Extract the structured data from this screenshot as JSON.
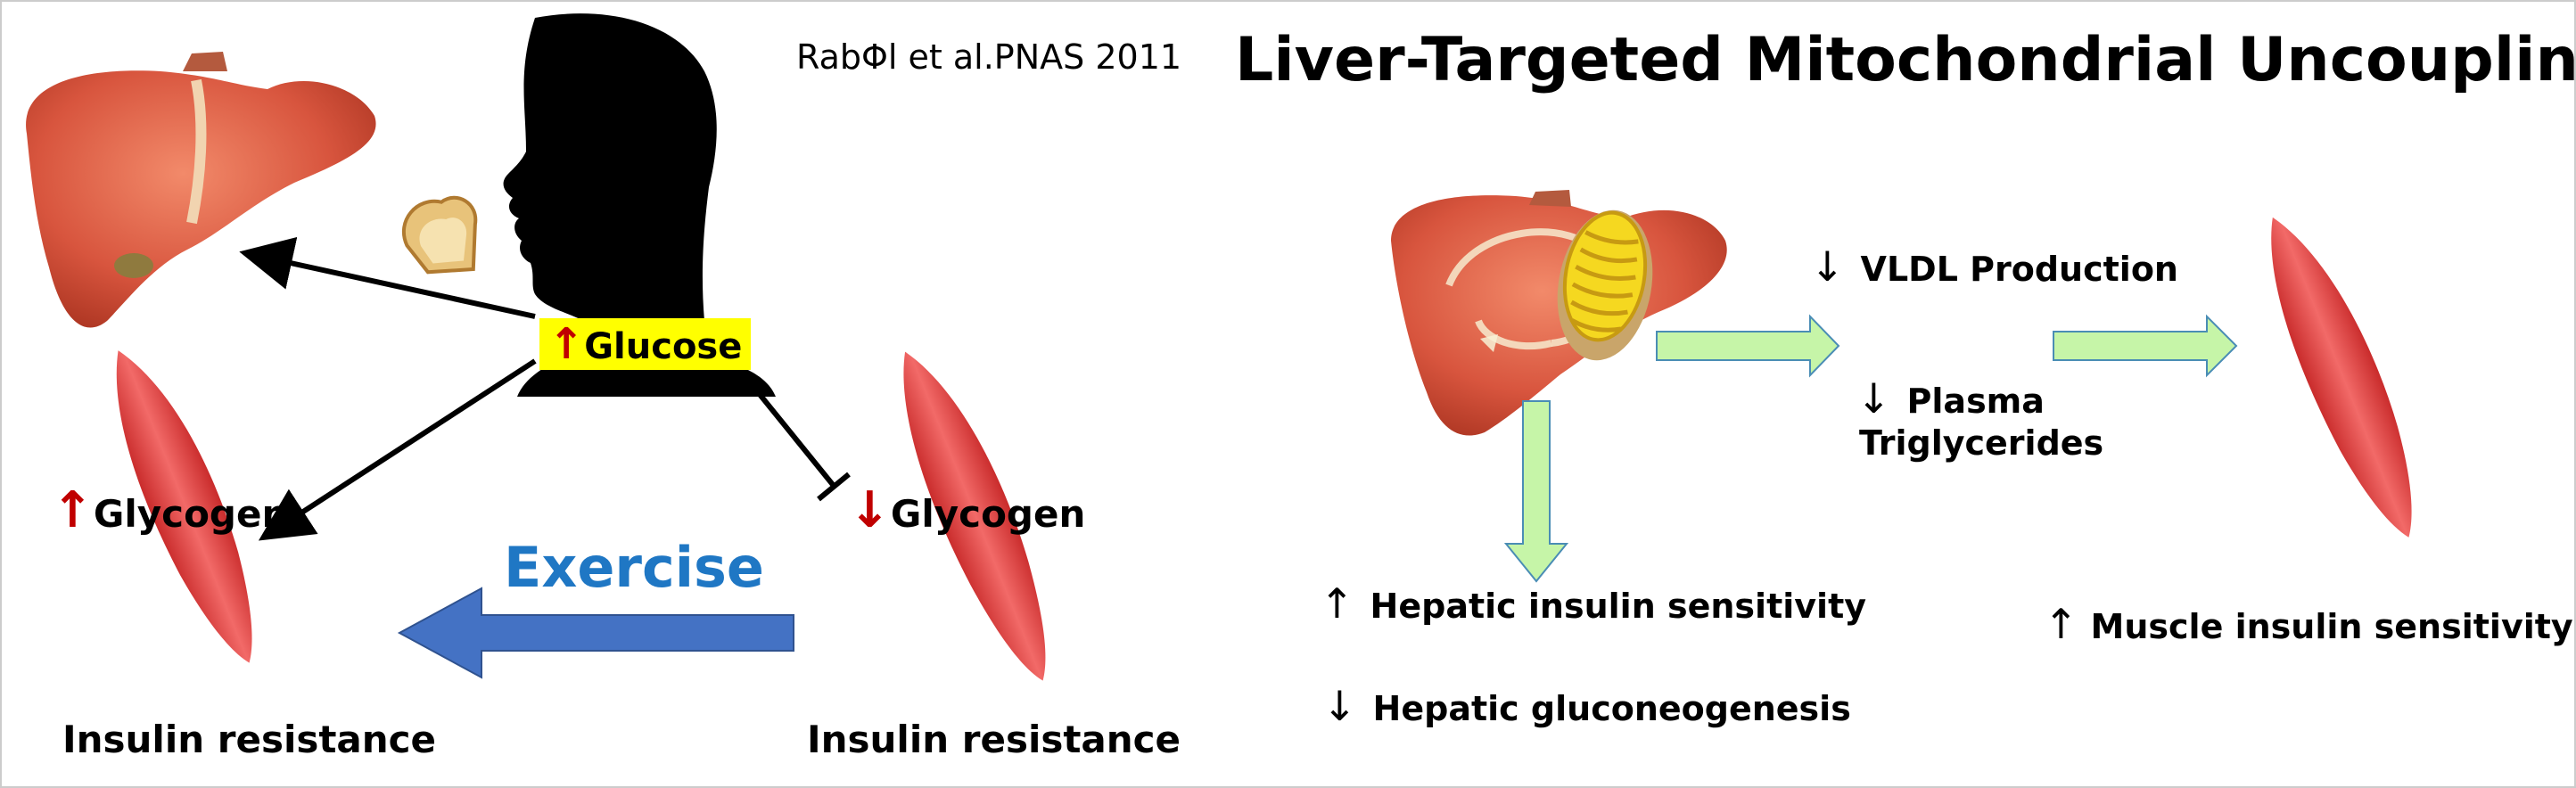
{
  "citation": "RabΦl et al.PNAS 2011",
  "title": "Liver-Targeted Mitochondrial Uncoupling",
  "left_panel": {
    "glucose_arrow": "↑",
    "glucose_label": "Glucose",
    "glycogen_up_arrow": "↑",
    "glycogen_up_label": "Glycogen",
    "glycogen_down_arrow": "↓",
    "glycogen_down_label": "Glycogen",
    "exercise_label": "Exercise",
    "insulin_resistance_left": "Insulin resistance",
    "insulin_resistance_right": "Insulin resistance"
  },
  "right_panel": {
    "vldl_arrow": "↓",
    "vldl_label": "VLDL Production",
    "plasma_arrow": "↓",
    "plasma_label_1": "Plasma",
    "plasma_label_2": "Triglycerides",
    "hepatic_sensitivity_arrow": "↑",
    "hepatic_sensitivity_label": "Hepatic insulin sensitivity",
    "gluconeogenesis_arrow": "↓",
    "gluconeogenesis_label": "Hepatic gluconeogenesis",
    "muscle_sensitivity_arrow": "↑",
    "muscle_sensitivity_label": "Muscle insulin sensitivity"
  },
  "colors": {
    "glucose_box": "#ffff00",
    "up_down_red": "#c00000",
    "exercise_blue": "#1f77c4",
    "exercise_arrow": "#4472c4",
    "green_arrow_fill": "#c6f5a8",
    "green_arrow_stroke": "#4a8db5",
    "liver_red": "#d8553e",
    "muscle_red": "#e0403e",
    "silhouette": "#000000"
  },
  "icons": [
    "liver-image",
    "head-silhouette",
    "bread-slice",
    "muscle-image",
    "mitochondrion-image"
  ]
}
